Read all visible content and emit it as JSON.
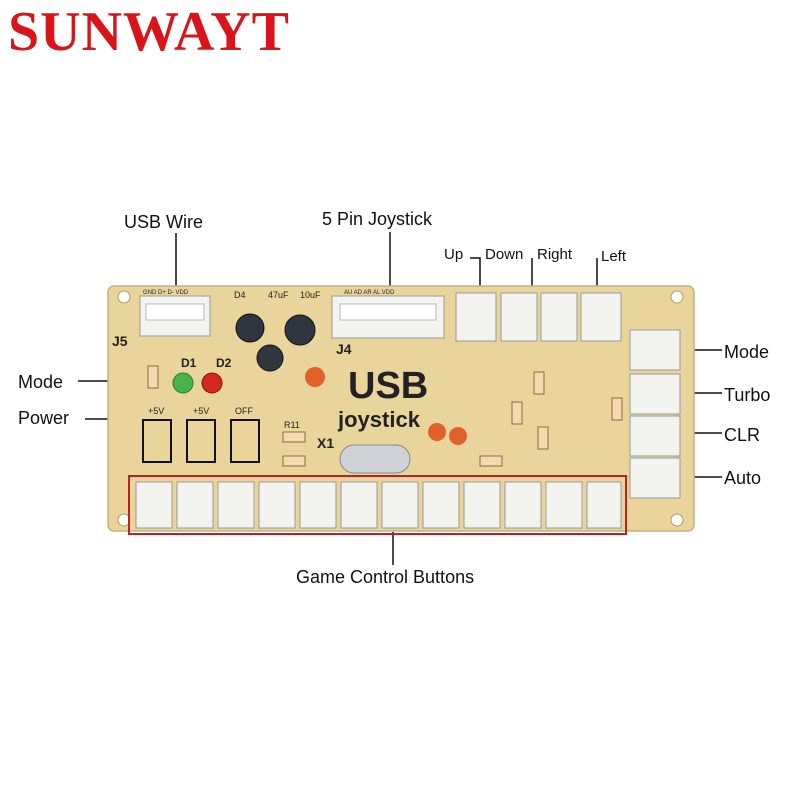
{
  "brand": "SUNWAYT",
  "labels": {
    "usb_wire": "USB Wire",
    "five_pin_joystick": "5 Pin Joystick",
    "up": "Up",
    "down": "Down",
    "right": "Right",
    "left": "Left",
    "mode_right": "Mode",
    "turbo": "Turbo",
    "clr": "CLR",
    "auto": "Auto",
    "mode_left": "Mode",
    "power": "Power",
    "game_control_buttons": "Game Control Buttons"
  },
  "silkscreen": {
    "title": "USB",
    "subtitle": "joystick",
    "j5": "J5",
    "j4": "J4",
    "d1": "D1",
    "d2": "D2",
    "d4": "D4",
    "cap1": "47uF",
    "cap2": "10uF",
    "x1": "X1",
    "r11": "R11",
    "plus5v_a": "+5V",
    "plus5v_b": "+5V",
    "off": "OFF",
    "j5_pins": "GND D+ D- VDD",
    "j4_pins": "AU AD AR AL VDD"
  },
  "colors": {
    "brand": "#d9141b",
    "pcb": "#e9d59c",
    "highlight": "#b8202a"
  }
}
